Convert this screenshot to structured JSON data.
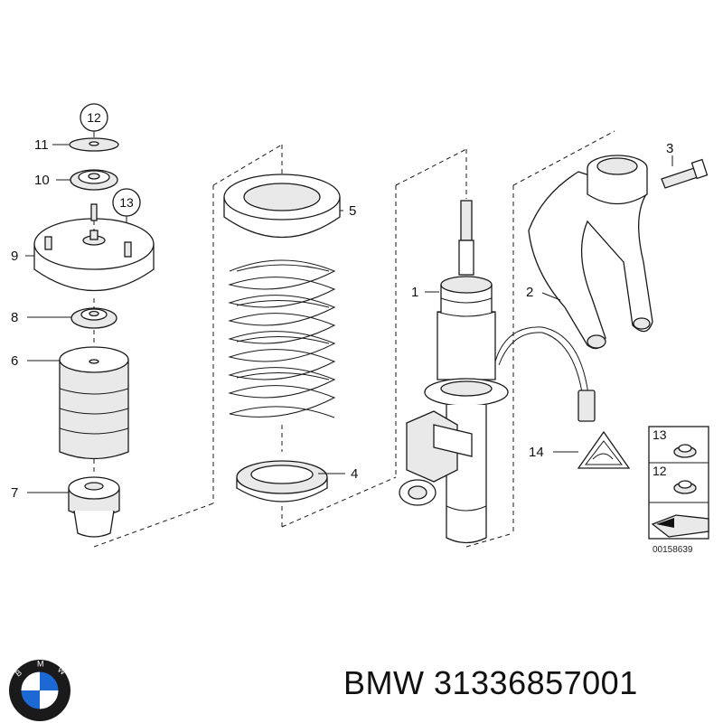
{
  "callouts": {
    "c1": "1",
    "c2": "2",
    "c3": "3",
    "c4": "4",
    "c5": "5",
    "c6": "6",
    "c7": "7",
    "c8": "8",
    "c9": "9",
    "c10": "10",
    "c11": "11",
    "c12": "12",
    "c13": "13",
    "c14": "14"
  },
  "legend": {
    "item13": "13",
    "item12": "12",
    "drawing_number": "00158639"
  },
  "logo": {
    "letters": "BMW",
    "colors": {
      "ring": "#1a1a1a",
      "blue": "#1c69d4",
      "white": "#ffffff"
    }
  },
  "caption": {
    "text": "BMW 31336857001"
  }
}
